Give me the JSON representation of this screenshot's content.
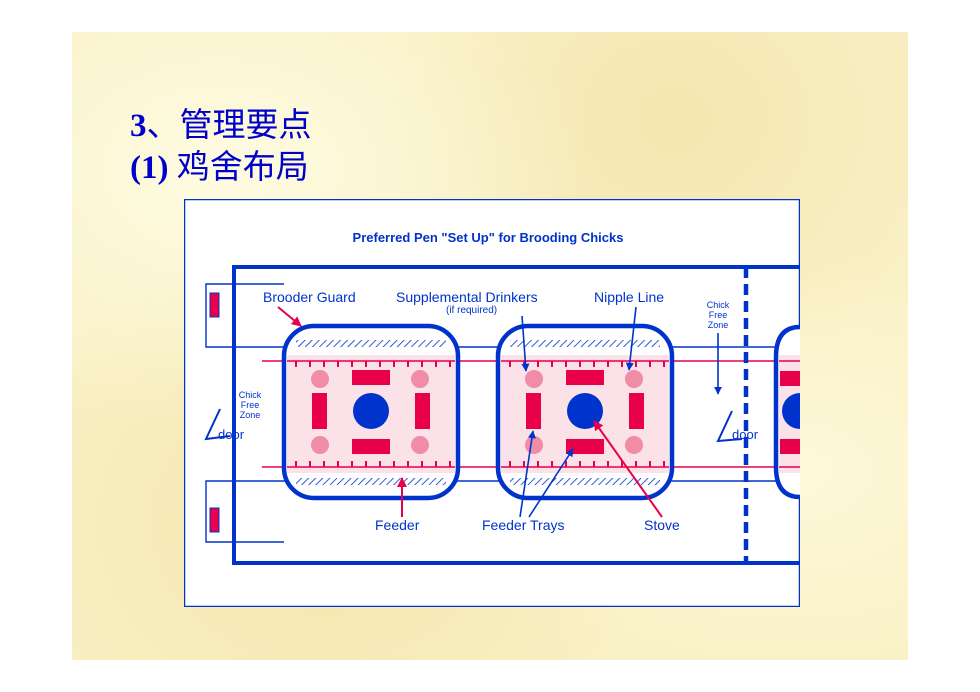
{
  "slide": {
    "heading_num": "3",
    "heading_text": "、管理要点",
    "subheading_num": "(1)",
    "subheading_text": " 鸡舍布局"
  },
  "diagram": {
    "title": "Preferred Pen \"Set Up\" for Brooding Chicks",
    "labels": {
      "brooder_guard": "Brooder Guard",
      "supplemental_drinkers": "Supplemental Drinkers",
      "if_required": "(if required)",
      "nipple_line": "Nipple Line",
      "chick": "Chick",
      "free": "Free",
      "zone": "Zone",
      "door": "door",
      "feeder": "Feeder",
      "feeder_trays": "Feeder Trays",
      "stove": "Stove"
    },
    "colors": {
      "blue": "#0033cc",
      "red": "#e8004a",
      "pink": "#f08ca5"
    }
  }
}
